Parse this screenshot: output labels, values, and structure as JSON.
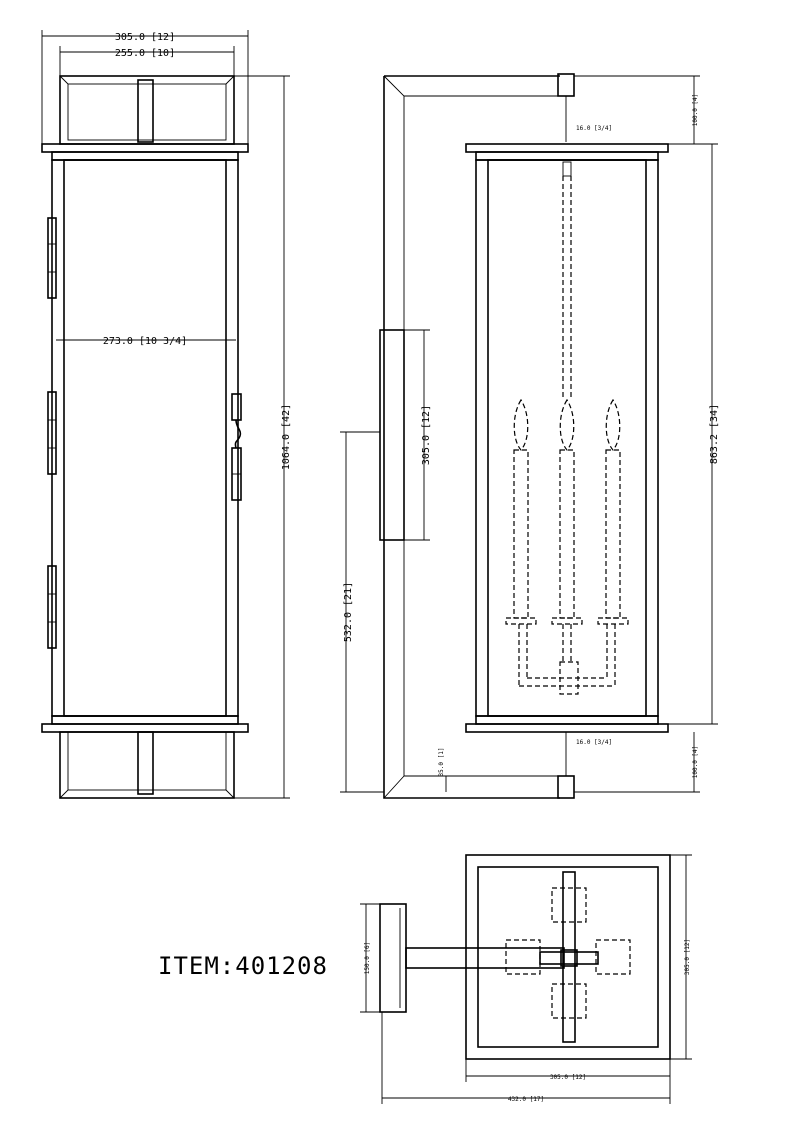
{
  "item_label": "ITEM:401208",
  "front_view": {
    "dim_overall_width": "305.0 [12]",
    "dim_inner_width": "255.0 [10]",
    "dim_glass_width": "273.0 [10 3/4]",
    "dim_height": "1064.0 [42]"
  },
  "side_view": {
    "dim_backplate_height": "305.0 [12]",
    "dim_mount_height": "532.0 [21]",
    "dim_body_height": "863.2 [34]",
    "dim_top_offset": "16.0 [3/4]",
    "dim_bottom_offset": "16.0 [3/4]",
    "dim_top_small": "100.0 [4]",
    "dim_bottom_small": "100.0 [4]",
    "dim_arm_small": "35.0 [1]"
  },
  "top_view": {
    "dim_width": "305.0 [12]",
    "dim_depth": "305.0 [12]",
    "dim_extension": "432.0 [17]",
    "dim_plate": "150.0 [6]"
  }
}
